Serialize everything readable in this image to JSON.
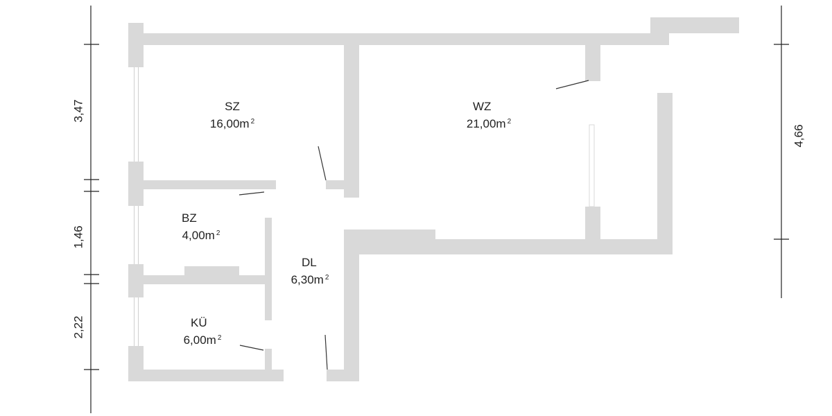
{
  "plan": {
    "wall_color": "#d9d9d9",
    "line_color": "#222222",
    "rooms": [
      {
        "id": "sz",
        "name": "SZ",
        "area": "16,00m",
        "unit_sup": "2"
      },
      {
        "id": "wz",
        "name": "WZ",
        "area": "21,00m",
        "unit_sup": "2"
      },
      {
        "id": "bz",
        "name": "BZ",
        "area": "4,00m",
        "unit_sup": "2"
      },
      {
        "id": "dl",
        "name": "DL",
        "area": "6,30m",
        "unit_sup": "2"
      },
      {
        "id": "ku",
        "name": "KÜ",
        "area": "6,00m",
        "unit_sup": "2"
      }
    ],
    "dimensions_left": [
      "3,47",
      "1,46",
      "2,22"
    ],
    "dimensions_right": [
      "4,66"
    ]
  }
}
